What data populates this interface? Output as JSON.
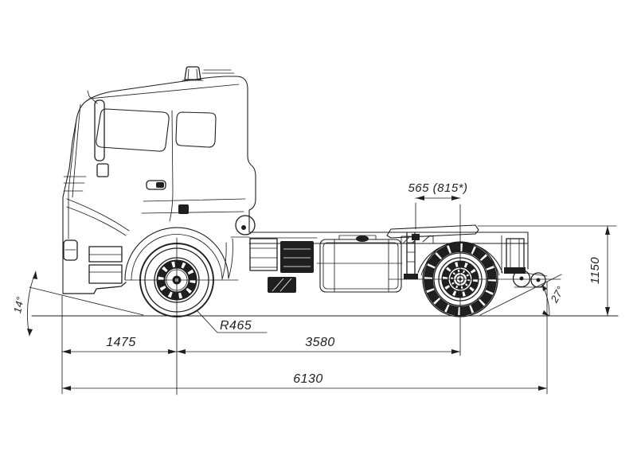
{
  "drawing": {
    "subject": "truck-tractor-side-view-dimensional-drawing",
    "dimensions": {
      "fifth_wheel_to_rear_axle": "565 (815*)",
      "fifth_wheel_height": "1150",
      "departure_angle": "27°",
      "approach_angle": "14°",
      "tyre_radius": "R465",
      "front_overhang": "1475",
      "wheelbase": "3580",
      "overall_length": "6130"
    },
    "colors": {
      "line": "#1f1f1f",
      "background": "#ffffff"
    }
  }
}
